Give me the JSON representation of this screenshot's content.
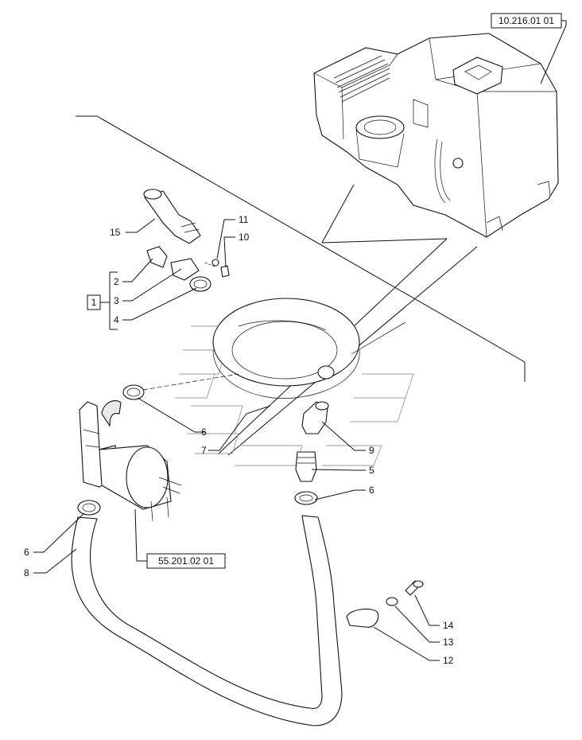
{
  "diagram": {
    "references": {
      "tank_ref": "10.216.01 01",
      "pump_ref": "55.201.02 01"
    },
    "group_box": "1",
    "callouts": {
      "c15": "15",
      "c11": "11",
      "c10": "10",
      "c2": "2",
      "c3": "3",
      "c4": "4",
      "c6a": "6",
      "c7": "7",
      "c9": "9",
      "c5": "5",
      "c6b": "6",
      "c6c": "6",
      "c8": "8",
      "c14": "14",
      "c13": "13",
      "c12": "12"
    }
  }
}
